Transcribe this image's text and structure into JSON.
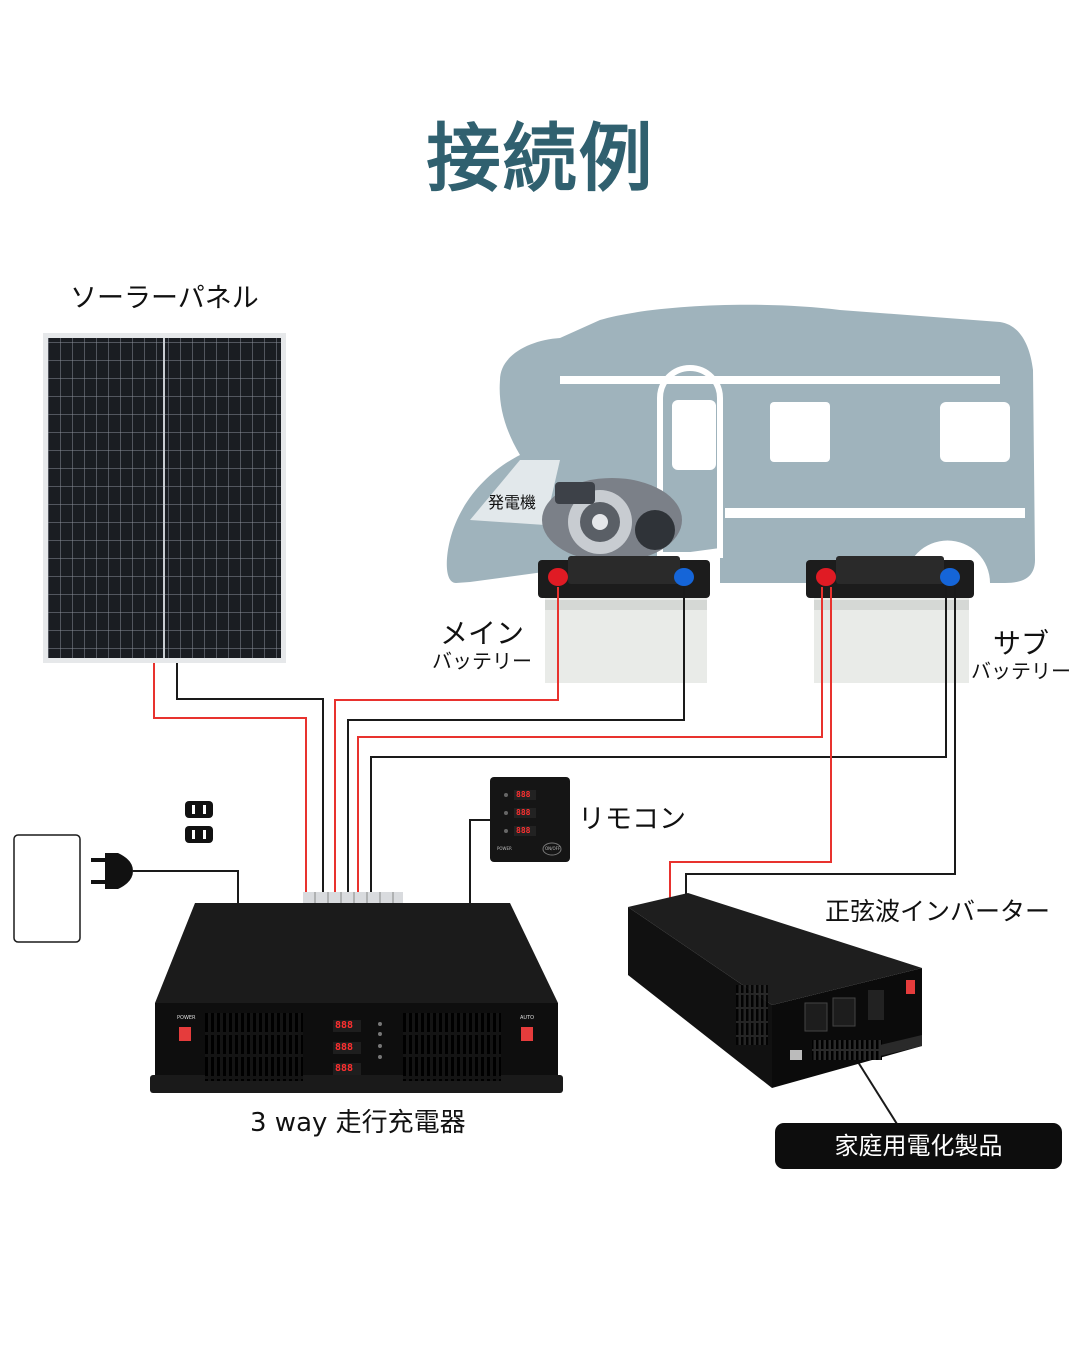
{
  "title": "接続例",
  "labels": {
    "solar_panel": "ソーラーパネル",
    "generator": "発電機",
    "main_battery_line1": "メイン",
    "main_battery_line2": "バッテリー",
    "sub_battery_line1": "サブ",
    "sub_battery_line2": "バッテリー",
    "remote": "リモコン",
    "inverter": "正弦波インバーター",
    "charger": "3 way 走行充電器",
    "appliances": "家庭用電化製品"
  },
  "panel_text": {
    "charger_power": "POWER",
    "charger_auto": "AUTO",
    "remote_power": "POWER",
    "remote_button": "ON/OFF",
    "display_digits": "888"
  },
  "colors": {
    "title": "#30606f",
    "rv_silhouette": "#9fb3bc",
    "positive_wire": "#e8322e",
    "negative_wire": "#1a1a1a",
    "positive_terminal": "#e01b24",
    "negative_terminal": "#1565d8",
    "device_body": "#151515",
    "display_digit": "#ff3030",
    "pill_background": "#0d0d0d"
  }
}
